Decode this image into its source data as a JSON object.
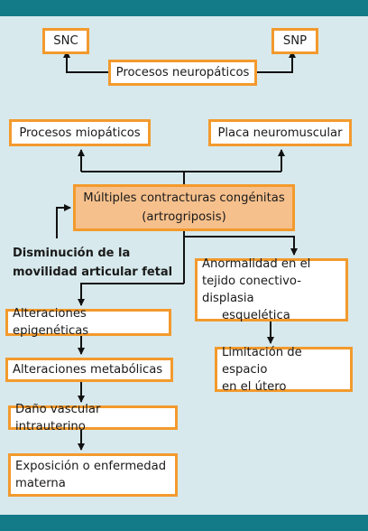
{
  "nodes": {
    "snc": "SNC",
    "snp": "SNP",
    "neuropathic": "Procesos neuropáticos",
    "myopathic": "Procesos miopáticos",
    "neuromuscular": "Placa neuromuscular",
    "center_line1": "Múltiples contracturas congénitas",
    "center_line2": "(artrogriposis)",
    "mobility_line1": "Disminución de la",
    "mobility_line2": "movilidad articular fetal",
    "connective_line1": "Anormalidad en el",
    "connective_line2": "tejido conectivo-displasia",
    "connective_line3": "esquelética",
    "space_line1": "Limitación de espacio",
    "space_line2": "en el útero",
    "epigenetic": "Alteraciones epigenéticas",
    "metabolic": "Alteraciones metabólicas",
    "vascular": "Daño vascular intrauterino",
    "maternal_line1": "Exposición o enfermedad",
    "maternal_line2": "materna"
  },
  "colors": {
    "header_bar": "#137a87",
    "background": "#d7e9ec",
    "box_border": "#f39a2d",
    "center_fill": "#f6c08c"
  }
}
